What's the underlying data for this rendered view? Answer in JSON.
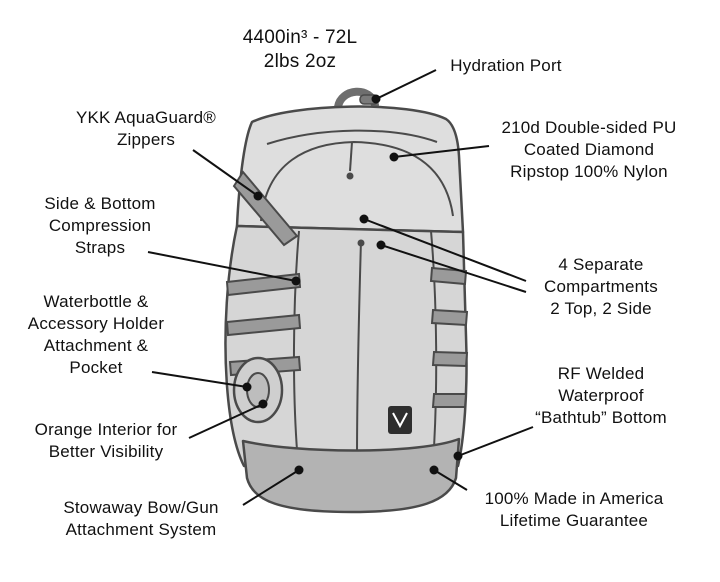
{
  "diagram": {
    "title_specs": "4400in³ - 72L\n2lbs 2oz",
    "callouts": {
      "hydration_port": "Hydration Port",
      "zippers": "YKK AquaGuard®\nZippers",
      "fabric": "210d Double-sided PU\nCoated Diamond\nRipstop 100% Nylon",
      "compression_straps": "Side & Bottom\nCompression\nStraps",
      "compartments": "4 Separate\nCompartments\n2 Top, 2 Side",
      "waterbottle": "Waterbottle &\nAccessory Holder\nAttachment &\nPocket",
      "bathtub_bottom": "RF Welded\nWaterproof\n“Bathtub” Bottom",
      "orange_interior": "Orange Interior for\nBetter Visibility",
      "stowaway": "Stowaway Bow/Gun\nAttachment System",
      "made_in_america": "100% Made in America\nLifetime Guarantee"
    },
    "colors": {
      "outline": "#4a4a4a",
      "body_fill": "#d6d6d6",
      "lid_fill": "#dedede",
      "strap_fill": "#9a9a9a",
      "bottom_fill": "#b3b3b3",
      "callout_line": "#111111",
      "text": "#111111"
    }
  }
}
